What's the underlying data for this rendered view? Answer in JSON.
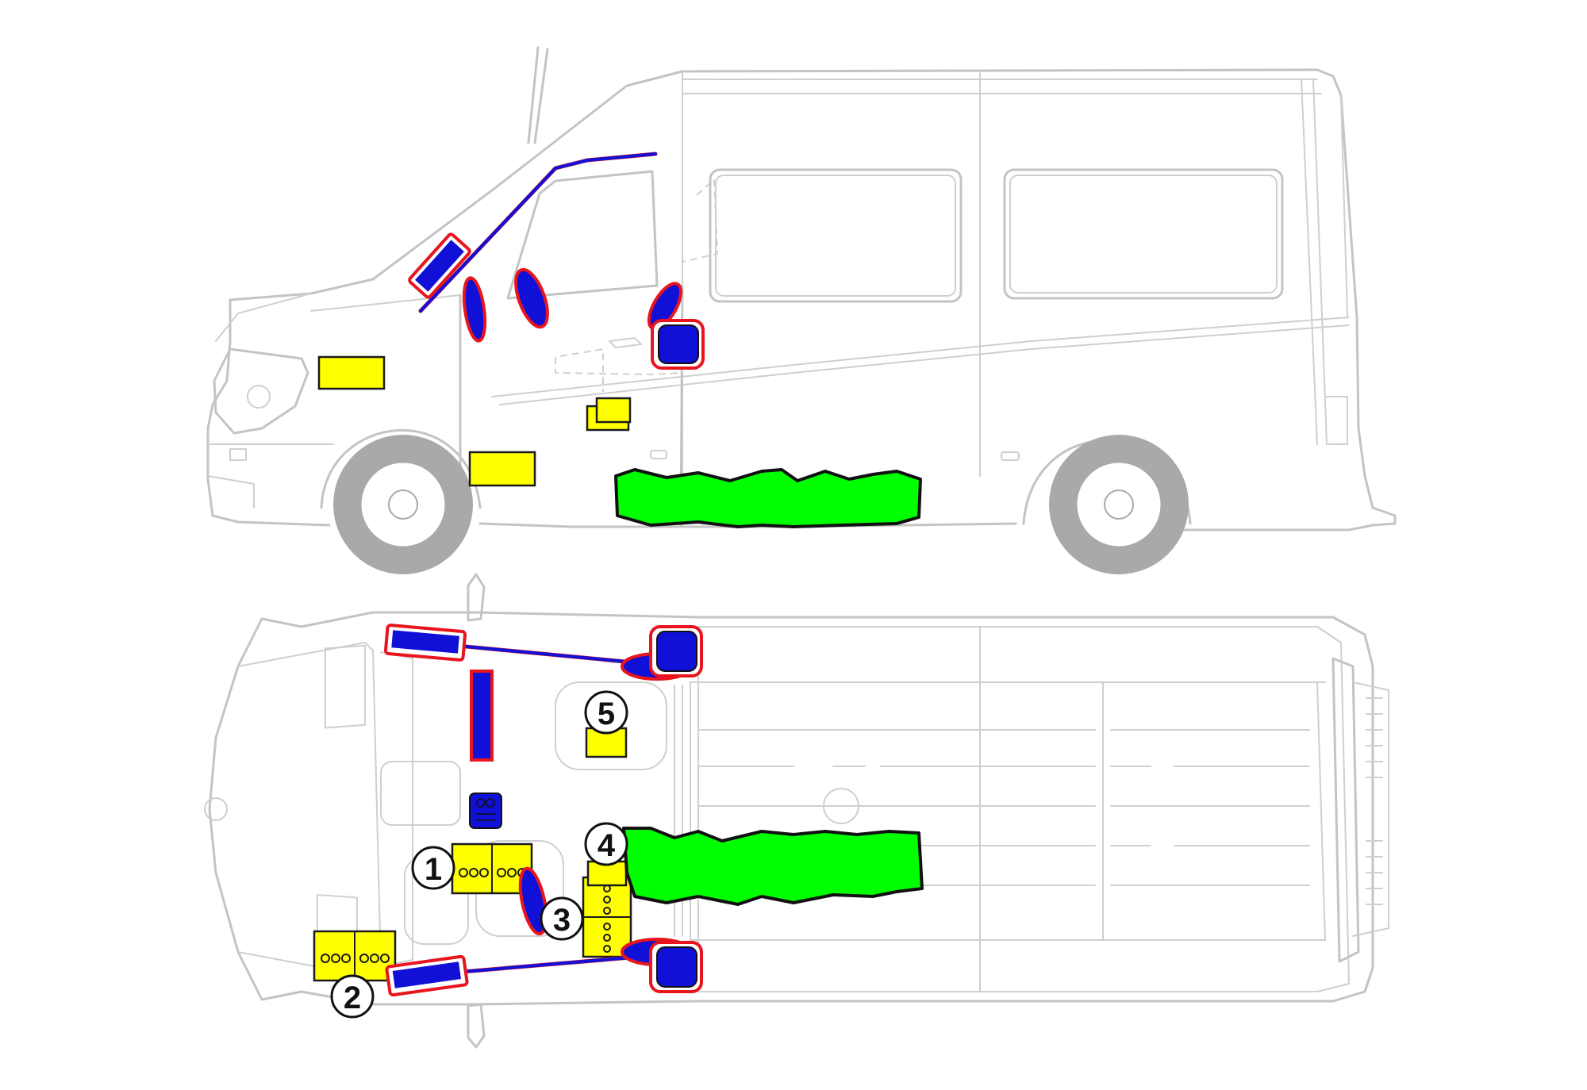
{
  "colors": {
    "outline": "#c4c4c4",
    "tire": "#a9a9a9",
    "battery_yellow": "#ffff00",
    "airbag_blue": "#1010d6",
    "airbag_red": "#e8141e",
    "fuel_tank_green": "#00ff00",
    "callout_stroke": "#111111"
  },
  "views": {
    "side": {
      "name": "side-view"
    },
    "top": {
      "name": "top-view"
    }
  },
  "legend_icons": [
    "battery-icon",
    "airbag-icon",
    "gas-generator-icon",
    "fuel-tank-icon",
    "airbag-control-unit-icon"
  ],
  "callouts": [
    {
      "id": "callout-1",
      "label": "1"
    },
    {
      "id": "callout-2",
      "label": "2"
    },
    {
      "id": "callout-3",
      "label": "3"
    },
    {
      "id": "callout-4",
      "label": "4"
    },
    {
      "id": "callout-5",
      "label": "5"
    }
  ]
}
